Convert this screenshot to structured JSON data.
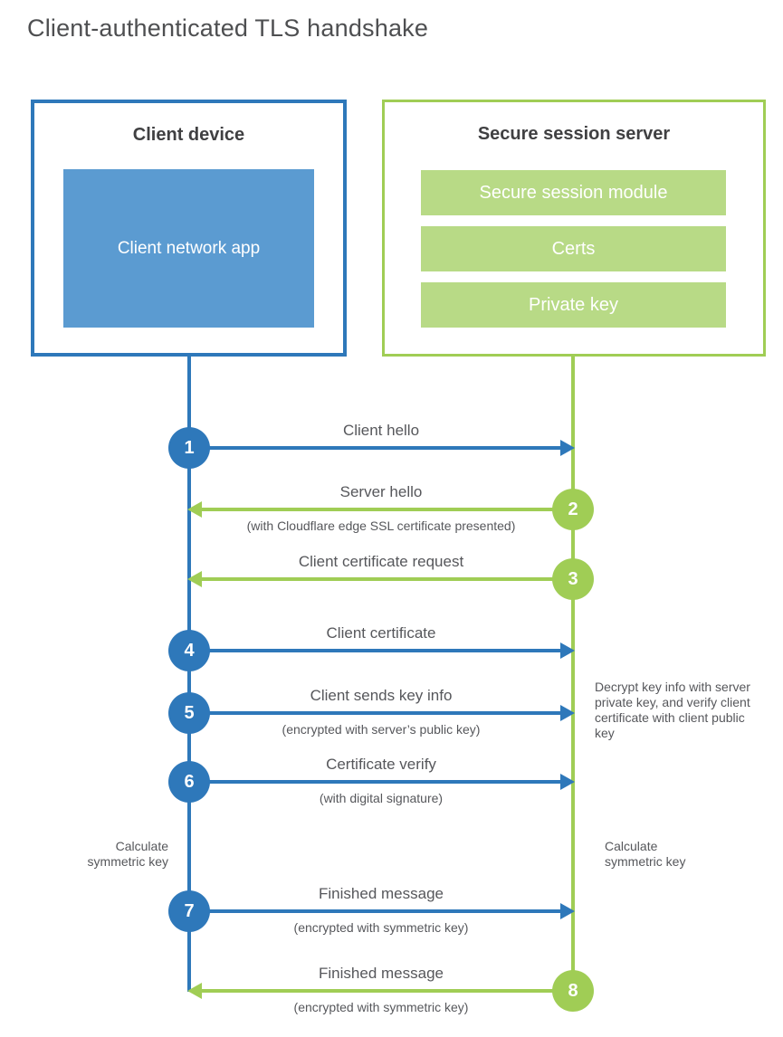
{
  "title": "Client-authenticated TLS handshake",
  "colors": {
    "blue": "#2e78ba",
    "blue_fill": "#5b9bd1",
    "green": "#a0cd55",
    "green_fill": "#b8da86"
  },
  "client": {
    "title": "Client device",
    "app_label": "Client network app"
  },
  "server": {
    "title": "Secure session server",
    "modules": [
      "Secure session module",
      "Certs",
      "Private key"
    ]
  },
  "steps": [
    {
      "num": "1",
      "direction": "client-to-server",
      "label": "Client hello",
      "sub": ""
    },
    {
      "num": "2",
      "direction": "server-to-client",
      "label": "Server hello",
      "sub": "(with Cloudflare edge SSL certificate presented)"
    },
    {
      "num": "3",
      "direction": "server-to-client",
      "label": "Client certificate request",
      "sub": ""
    },
    {
      "num": "4",
      "direction": "client-to-server",
      "label": "Client certificate",
      "sub": ""
    },
    {
      "num": "5",
      "direction": "client-to-server",
      "label": "Client sends key info",
      "sub": "(encrypted with server’s public key)"
    },
    {
      "num": "6",
      "direction": "client-to-server",
      "label": "Certificate verify",
      "sub": "(with digital signature)"
    },
    {
      "num": "7",
      "direction": "client-to-server",
      "label": "Finished message",
      "sub": "(encrypted with symmetric key)"
    },
    {
      "num": "8",
      "direction": "server-to-client",
      "label": "Finished message",
      "sub": "(encrypted with symmetric key)"
    }
  ],
  "annotations": {
    "server_note": "Decrypt key info with server private key, and verify client certificate with client public key",
    "client_calc": "Calculate symmetric key",
    "server_calc": "Calculate symmetric key"
  }
}
